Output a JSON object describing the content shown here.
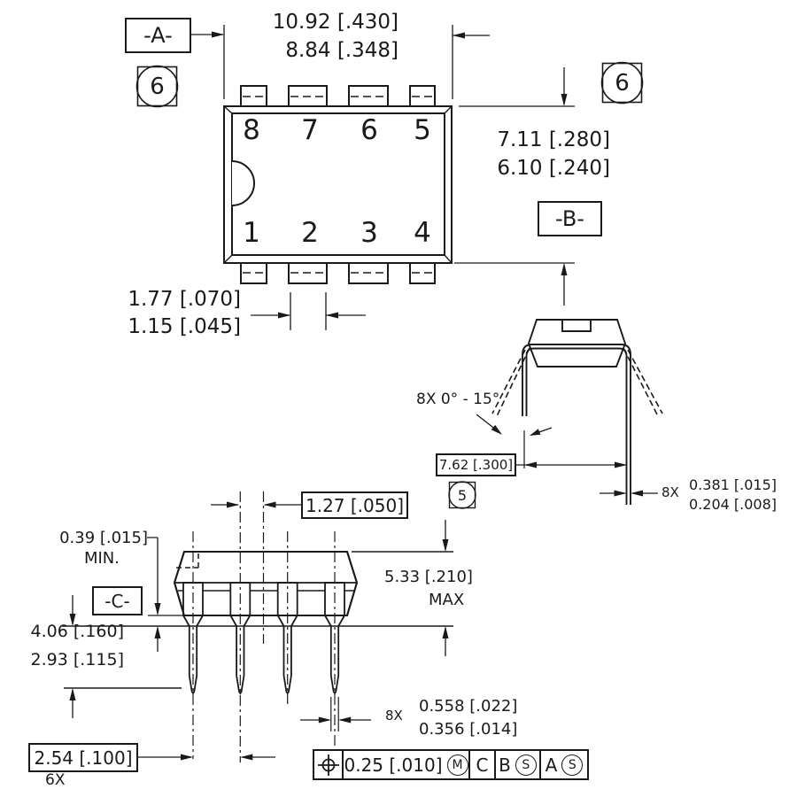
{
  "page": {
    "background": "#ffffff",
    "ink": "#1a1a1a"
  },
  "top_view": {
    "datum_a": "-A-",
    "datum_b": "-B-",
    "balloon_left": "6",
    "balloon_right": "6",
    "width_max": "10.92 [.430]",
    "width_min": "8.84 [.348]",
    "height_max": "7.11 [.280]",
    "height_min": "6.10 [.240]",
    "lead_shoulder_max": "1.77 [.070]",
    "lead_shoulder_min": "1.15 [.045]",
    "pins_top": [
      "8",
      "7",
      "6",
      "5"
    ],
    "pins_bottom": [
      "1",
      "2",
      "3",
      "4"
    ]
  },
  "end_view": {
    "lead_angle": "8X 0° - 15°",
    "row_spacing_basic": "7.62 [.300]",
    "balloon": "5",
    "lead_thickness_qty": "8X",
    "lead_thickness_max": "0.381 [.015]",
    "lead_thickness_min": "0.204 [.008]"
  },
  "side_view": {
    "half_pitch_basic": "1.27 [.050]",
    "standoff": "0.39 [.015]",
    "standoff_qualifier": "MIN.",
    "datum_c": "-C-",
    "body_height": "5.33 [.210]",
    "body_height_qualifier": "MAX",
    "lead_length_max": "4.06 [.160]",
    "lead_length_min": "2.93 [.115]",
    "pitch_basic": "2.54 [.100]",
    "pitch_qty": "6X",
    "lead_width_qty": "8X",
    "lead_width_max": "0.558 [.022]",
    "lead_width_min": "0.356 [.014]"
  },
  "fcf": {
    "symbol": "true-position",
    "tolerance": "0.25 [.010]",
    "tolerance_modifier": "M",
    "datum_primary": "C",
    "datum_secondary": "B",
    "datum_secondary_modifier": "S",
    "datum_tertiary": "A",
    "datum_tertiary_modifier": "S"
  }
}
